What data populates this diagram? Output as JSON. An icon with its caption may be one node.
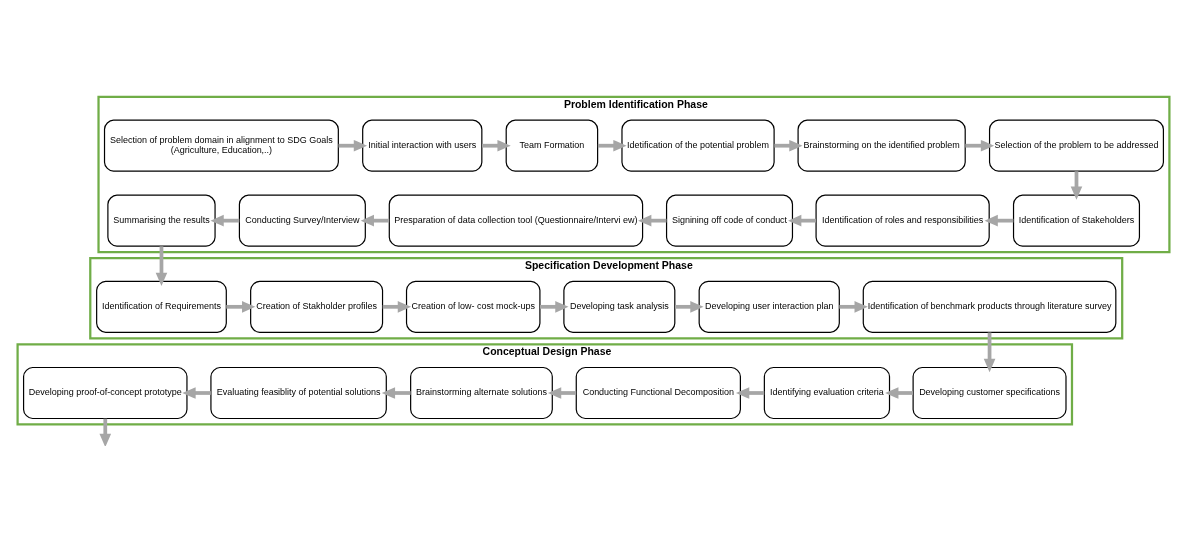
{
  "diagram": {
    "nodes": [
      {
        "text": [
          "Problem Identification Phase"
        ]
      },
      {
        "text": [
          "Selection of problem domain in alignment to SDG Goals",
          "(Agriculture, Education,..)"
        ],
        "in": 0
      },
      {
        "text": [
          "Initial interaction with users"
        ],
        "in": 0
      },
      {
        "text": [
          "Team Formation"
        ],
        "in": 0
      },
      {
        "text": [
          "Idetification of the potential problem"
        ],
        "in": 0
      },
      {
        "text": [
          "Brainstorming on the identified problem"
        ],
        "in": 0
      },
      {
        "text": [
          "Selection of the problem to be addressed"
        ],
        "in": 0
      },
      {
        "text": [
          "Identification of Stakeholders"
        ],
        "in": 0
      },
      {
        "text": [
          "Identification of roles and responsibilities"
        ],
        "in": 0
      },
      {
        "text": [
          "Signining off code of conduct"
        ],
        "in": 0
      },
      {
        "text": [
          "Presparation of data collection tool (Questionnaire/Intervi ew)"
        ],
        "in": 0
      },
      {
        "text": [
          "Conducting Survey/Interview"
        ],
        "in": 0
      },
      {
        "text": [
          "Summarising the results"
        ],
        "in": 0
      },
      {
        "text": [
          "Specification Development Phase"
        ]
      },
      {
        "text": [
          "Identification of Requirements"
        ],
        "in": 13
      },
      {
        "text": [
          "Creation of Stakholder profiles"
        ],
        "in": 13
      },
      {
        "text": [
          "Creation of low- cost mock-ups"
        ],
        "in": 13
      },
      {
        "text": [
          "Developing task analysis"
        ],
        "in": 13
      },
      {
        "text": [
          "Developing user interaction plan"
        ],
        "in": 13
      },
      {
        "text": [
          "Identification of benchmark products through literature survey"
        ],
        "in": 13
      },
      {
        "text": [
          "Conceptual Design Phase"
        ]
      },
      {
        "text": [
          "Developing customer specifications"
        ],
        "in": 20
      },
      {
        "text": [
          "Identifying evaluation criteria"
        ],
        "in": 20
      },
      {
        "text": [
          "Conducting Functional Decomposition"
        ],
        "in": 20
      },
      {
        "text": [
          "Brainstorming alternate solutions"
        ],
        "in": 20
      },
      {
        "text": [
          "Evaluating feasiblity of potential solutions"
        ],
        "in": 20
      },
      {
        "text": [
          "Developing proof-of-concept prototype"
        ],
        "in": 20
      }
    ],
    "edges": [
      {
        "from": 1,
        "to": 2,
        "arrow": "to"
      },
      {
        "from": 2,
        "to": 3,
        "arrow": "to"
      },
      {
        "from": 3,
        "to": 4,
        "arrow": "to"
      },
      {
        "from": 4,
        "to": 5,
        "arrow": "to"
      },
      {
        "from": 5,
        "to": 6,
        "arrow": "to"
      },
      {
        "from": 6,
        "to": 7,
        "arrow": "to"
      },
      {
        "from": 7,
        "to": 8,
        "arrow": "to"
      },
      {
        "from": 8,
        "to": 9,
        "arrow": "to"
      },
      {
        "from": 9,
        "to": 10,
        "arrow": "to"
      },
      {
        "from": 10,
        "to": 11,
        "arrow": "to"
      },
      {
        "from": 11,
        "to": 12,
        "arrow": "to"
      },
      {
        "from": 12,
        "to": 14,
        "arrow": "to"
      },
      {
        "from": 14,
        "to": 15,
        "arrow": "to"
      },
      {
        "from": 15,
        "to": 16,
        "arrow": "to"
      },
      {
        "from": 16,
        "to": 17,
        "arrow": "to"
      },
      {
        "from": 17,
        "to": 18,
        "arrow": "to"
      },
      {
        "from": 18,
        "to": 19,
        "arrow": "to"
      },
      {
        "from": 19,
        "to": 21,
        "arrow": "to"
      },
      {
        "from": 21,
        "to": 22,
        "arrow": "to"
      },
      {
        "from": 22,
        "to": 23,
        "arrow": "to"
      },
      {
        "from": 23,
        "to": 24,
        "arrow": "to"
      },
      {
        "from": 24,
        "to": 25,
        "arrow": "to"
      },
      {
        "from": 25,
        "to": 26,
        "arrow": "to"
      },
      {
        "from": 26,
        "to": null,
        "arrow": "to"
      }
    ]
  }
}
